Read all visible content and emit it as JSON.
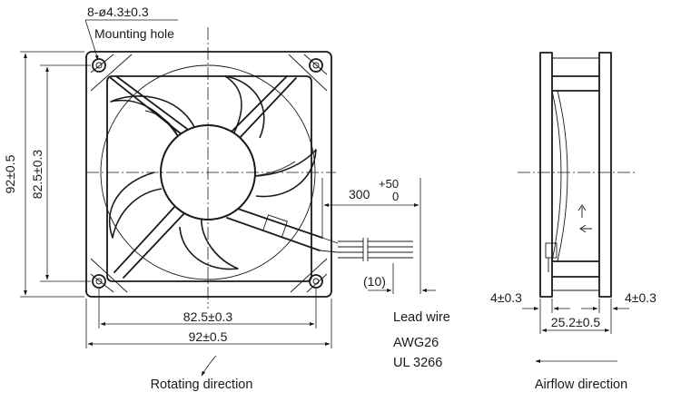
{
  "front_view": {
    "hole_spec": "8-ø4.3±0.3",
    "hole_label": "Mounting hole",
    "dim_height_outer": "92±0.5",
    "dim_height_pitch": "82.5±0.3",
    "dim_width_pitch": "82.5±0.3",
    "dim_width_outer": "92±0.5",
    "caption": "Rotating direction"
  },
  "lead": {
    "length": "300",
    "tol_plus": "+50",
    "tol_minus": "0",
    "strip": "(10)",
    "title": "Lead wire",
    "gauge": "AWG26",
    "standard": "UL 3266"
  },
  "side_view": {
    "flange_left": "4±0.3",
    "flange_right": "4±0.3",
    "depth": "25.2±0.5",
    "caption": "Airflow direction"
  }
}
